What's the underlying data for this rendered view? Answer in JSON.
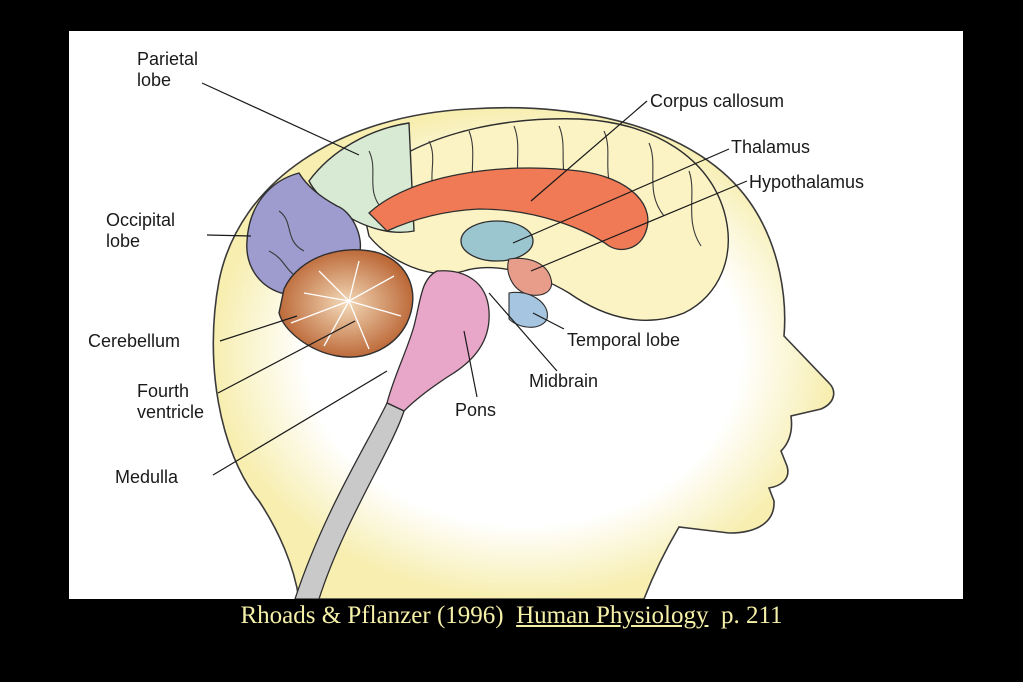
{
  "diagram": {
    "labels": {
      "parietal_lobe": [
        "Parietal",
        "lobe"
      ],
      "occipital_lobe": [
        "Occipital",
        "lobe"
      ],
      "cerebellum": "Cerebellum",
      "fourth_ventricle": [
        "Fourth",
        "ventricle"
      ],
      "medulla": "Medulla",
      "corpus_callosum": "Corpus callosum",
      "thalamus": "Thalamus",
      "hypothalamus": "Hypothalamus",
      "temporal_lobe": "Temporal lobe",
      "midbrain": "Midbrain",
      "pons": "Pons"
    }
  },
  "caption": {
    "authors": "Rhoads & Pflanzer  (1996)",
    "book": "Human Physiology",
    "page": "p. 211"
  },
  "colors": {
    "background": "#000000",
    "panel": "#ffffff",
    "caption": "#f5f0a8",
    "head_glow": "#f7eeb0",
    "frontal_lobe": "#fbf3c4",
    "parietal_lobe": "#d8ead3",
    "occipital_lobe": "#9e9ccf",
    "cerebellum": "#b8602e",
    "corpus_callosum": "#ef7a55",
    "thalamus": "#9cc6cf",
    "brainstem": "#e8a6c8",
    "spinal_cord": "#c9c9c9"
  }
}
